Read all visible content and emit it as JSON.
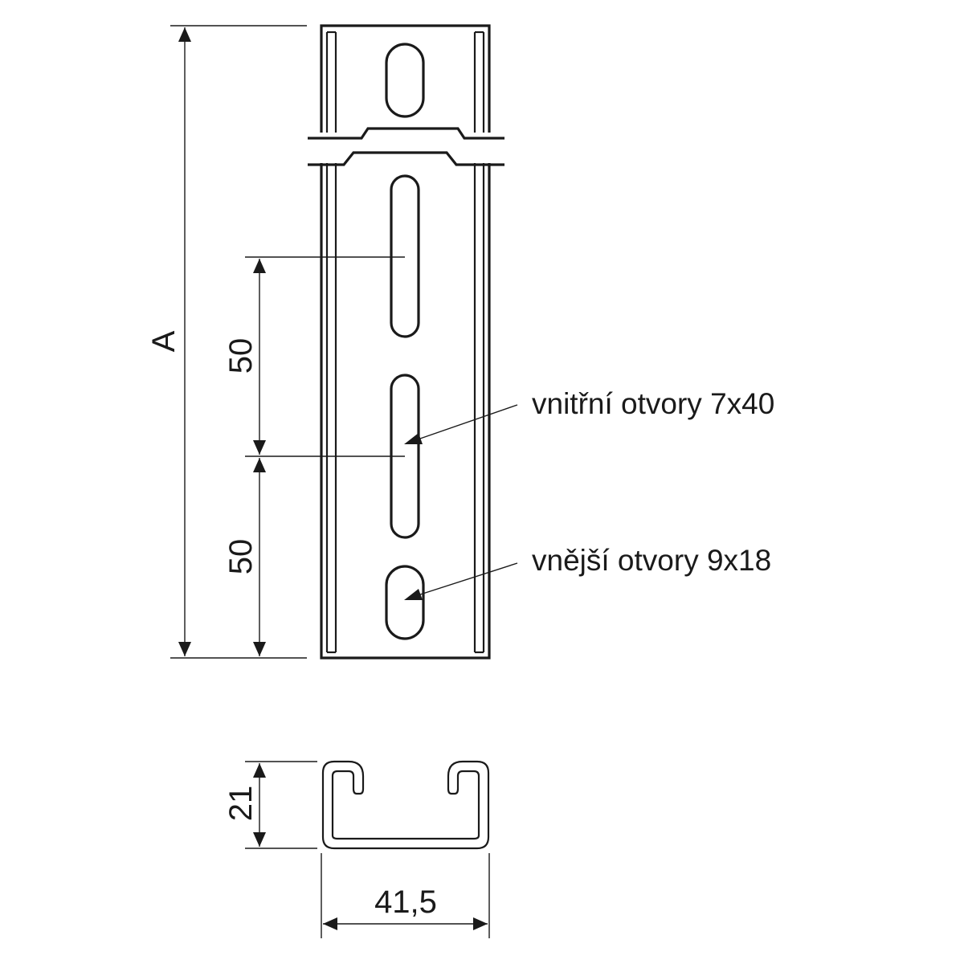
{
  "elevation": {
    "dimensions": {
      "overall_length": "A",
      "slot_pitch_upper": "50",
      "slot_pitch_lower": "50"
    },
    "callouts": {
      "inner_slots": "vnitřní otvory 7x40",
      "outer_slots": "vnější otvory 9x18"
    }
  },
  "section": {
    "dimensions": {
      "height": "21",
      "width": "41,5"
    }
  }
}
